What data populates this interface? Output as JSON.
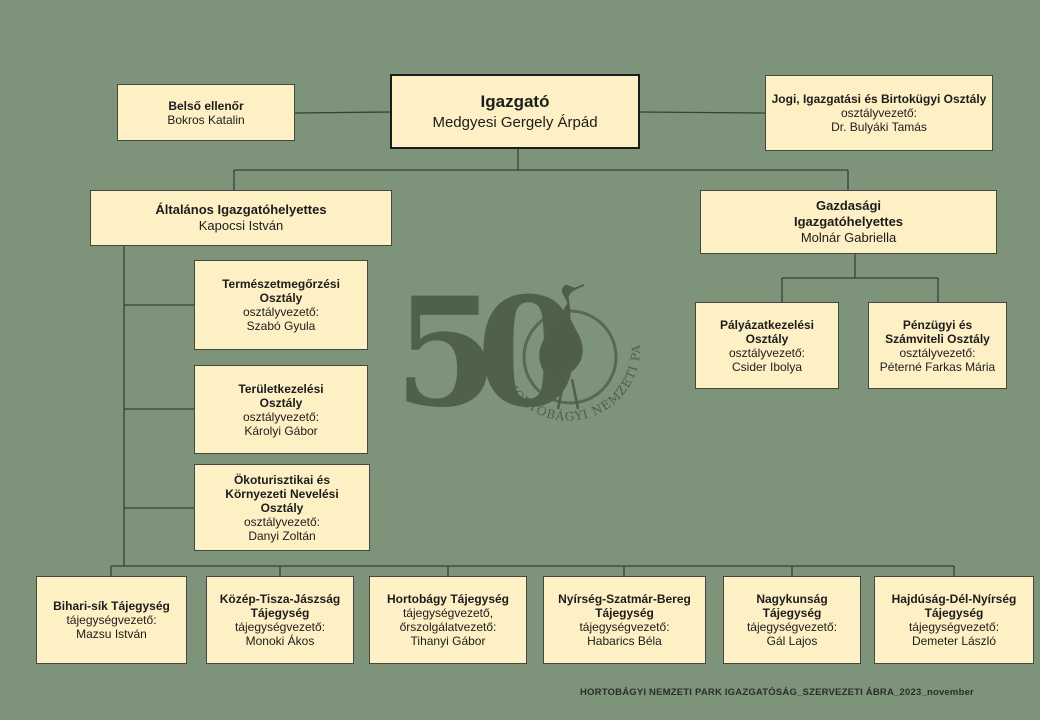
{
  "director": {
    "title": "Igazgató",
    "name": "Medgyesi Gergely Árpád"
  },
  "auditor": {
    "title": "Belső ellenőr",
    "name": "Bokros Katalin"
  },
  "legal": {
    "title": "Jogi, Igazgatási és Birtokügyi Osztály",
    "role": "osztályvezető:",
    "name": "Dr. Bulyáki Tamás"
  },
  "general_deputy": {
    "title": "Általános Igazgatóhelyettes",
    "name": "Kapocsi István"
  },
  "economic_deputy": {
    "title": "Gazdasági Igazgatóhelyettes",
    "name": "Molnár Gabriella"
  },
  "departments": [
    {
      "title": "Természetmegőrzési Osztály",
      "role": "osztályvezető:",
      "name": "Szabó Gyula"
    },
    {
      "title": "Területkezelési Osztály",
      "role": "osztályvezető:",
      "name": "Károlyi Gábor"
    },
    {
      "title": "Ökoturisztikai és Környezeti Nevelési Osztály",
      "role": "osztályvezető:",
      "name": "Danyi Zoltán"
    }
  ],
  "economic_departments": [
    {
      "title": "Pályázatkezelési Osztály",
      "role": "osztályvezető:",
      "name": "Csider Ibolya"
    },
    {
      "title": "Pénzügyi és Számviteli Osztály",
      "role": "osztályvezető:",
      "name": "Péterné Farkas Mária"
    }
  ],
  "regions": [
    {
      "title": "Bihari-sík Tájegység",
      "role": "tájegységvezető:",
      "name": "Mazsu István"
    },
    {
      "title": "Közép-Tisza-Jászság Tájegység",
      "role": "tájegységvezető:",
      "name": "Monoki Ákos"
    },
    {
      "title": "Hortobágy Tájegység",
      "role": "tájegységvezető, őrszolgálatvezető:",
      "name": "Tihanyi Gábor"
    },
    {
      "title": "Nyírség-Szatmár-Bereg Tájegység",
      "role": "tájegységvezető:",
      "name": "Habarics Béla"
    },
    {
      "title": "Nagykunság Tájegység",
      "role": "tájegységvezető:",
      "name": "Gál Lajos"
    },
    {
      "title": "Hajdúság-Dél-Nyírség Tájegység",
      "role": "tájegységvezető:",
      "name": "Demeter László"
    }
  ],
  "logo": {
    "number": "50",
    "text": "HORTOBÁGYI NEMZETI PARK",
    "icon": "crane-bird-icon"
  },
  "footer": {
    "text": "HORTOBÁGYI NEMZETI PARK IGAZGATÓSÁG_SZERVEZETI ÁBRA_2023_november"
  },
  "colors": {
    "background": "#7d947a",
    "box_fill": "#fdf0c4",
    "connector": "#3a3d38",
    "logo": "#4e5e49"
  }
}
